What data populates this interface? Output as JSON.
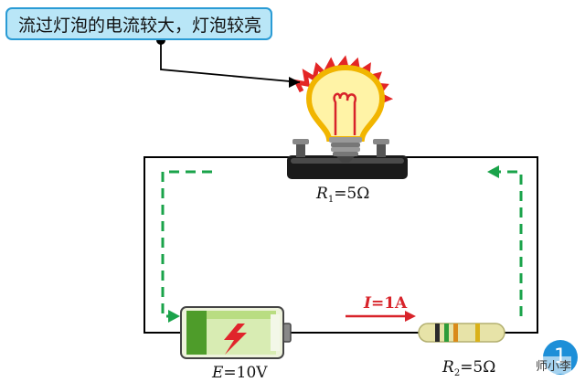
{
  "callout_text": "流过灯泡的电流较大，灯泡较亮",
  "lamp": {
    "label_symbol": "R",
    "label_sub": "1",
    "label_rest": "=5Ω"
  },
  "battery": {
    "label_symbol": "E",
    "label_rest": "=10V"
  },
  "resistor": {
    "label_symbol": "R",
    "label_sub": "2",
    "label_rest": "=5Ω"
  },
  "current": {
    "label_symbol": "I",
    "label_rest": "=1A"
  },
  "badge": "1",
  "watermark": "师小李",
  "colors": {
    "wire": "#000000",
    "current_path": "#1aa34a",
    "current_arrow": "#d8232a",
    "callout_bg": "#b9e6f7",
    "callout_border": "#2a9bd5"
  }
}
